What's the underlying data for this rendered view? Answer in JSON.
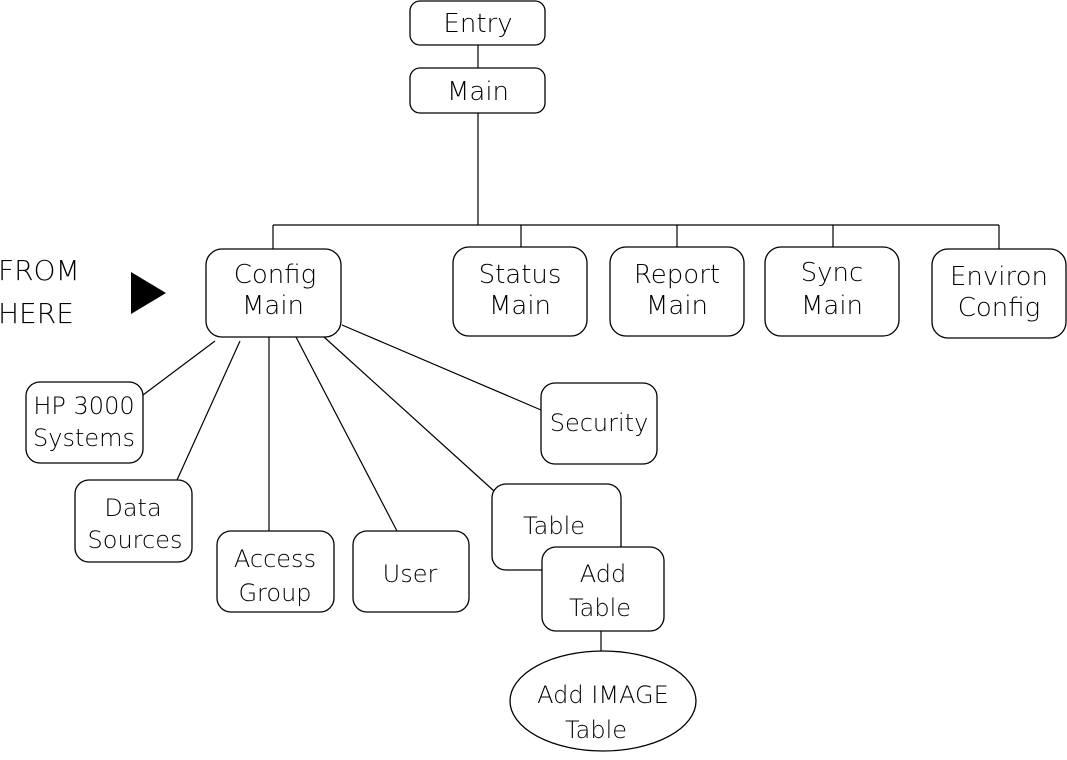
{
  "diagram": {
    "from_here": [
      "FROM",
      "HERE"
    ],
    "nodes": {
      "entry": [
        "Entry"
      ],
      "main": [
        "Main"
      ],
      "config_main": [
        "Config",
        "Main"
      ],
      "status_main": [
        "Status",
        "Main"
      ],
      "report_main": [
        "Report",
        "Main"
      ],
      "sync_main": [
        "Sync",
        "Main"
      ],
      "environ_config": [
        "Environ",
        "Config"
      ],
      "hp3000_systems": [
        "HP 3000",
        "Systems"
      ],
      "data_sources": [
        "Data",
        "Sources"
      ],
      "access_group": [
        "Access",
        "Group"
      ],
      "user": [
        "User"
      ],
      "security": [
        "Security"
      ],
      "table": [
        "Table"
      ],
      "add_table": [
        "Add",
        "Table"
      ],
      "add_image_table": [
        "Add IMAGE",
        "Table"
      ]
    }
  }
}
